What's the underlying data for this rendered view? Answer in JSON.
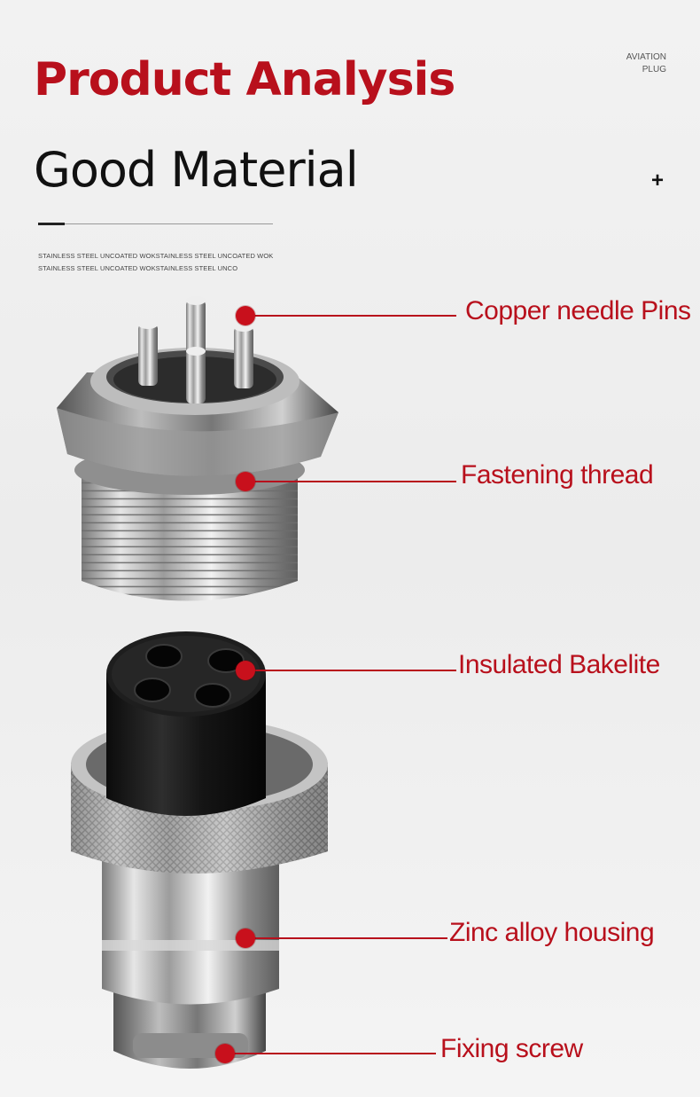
{
  "header": {
    "title": "Product Analysis",
    "subtitle": "Good Material",
    "tag_line1": "AVIATION",
    "tag_line2": "PLUG",
    "plus": "+",
    "tiny_line1": "STAINLESS STEEL UNCOATED WOKSTAINLESS STEEL UNCOATED WOK",
    "tiny_line2": "STAINLESS STEEL UNCOATED WOKSTAINLESS STEEL UNCO"
  },
  "callouts": [
    {
      "label": "Copper needle Pins"
    },
    {
      "label": "Fastening thread"
    },
    {
      "label": "Insulated Bakelite"
    },
    {
      "label": "Zinc alloy housing"
    },
    {
      "label": "Fixing screw"
    }
  ],
  "colors": {
    "accent": "#b8101c",
    "dot": "#c8101c",
    "text_dark": "#111111"
  }
}
